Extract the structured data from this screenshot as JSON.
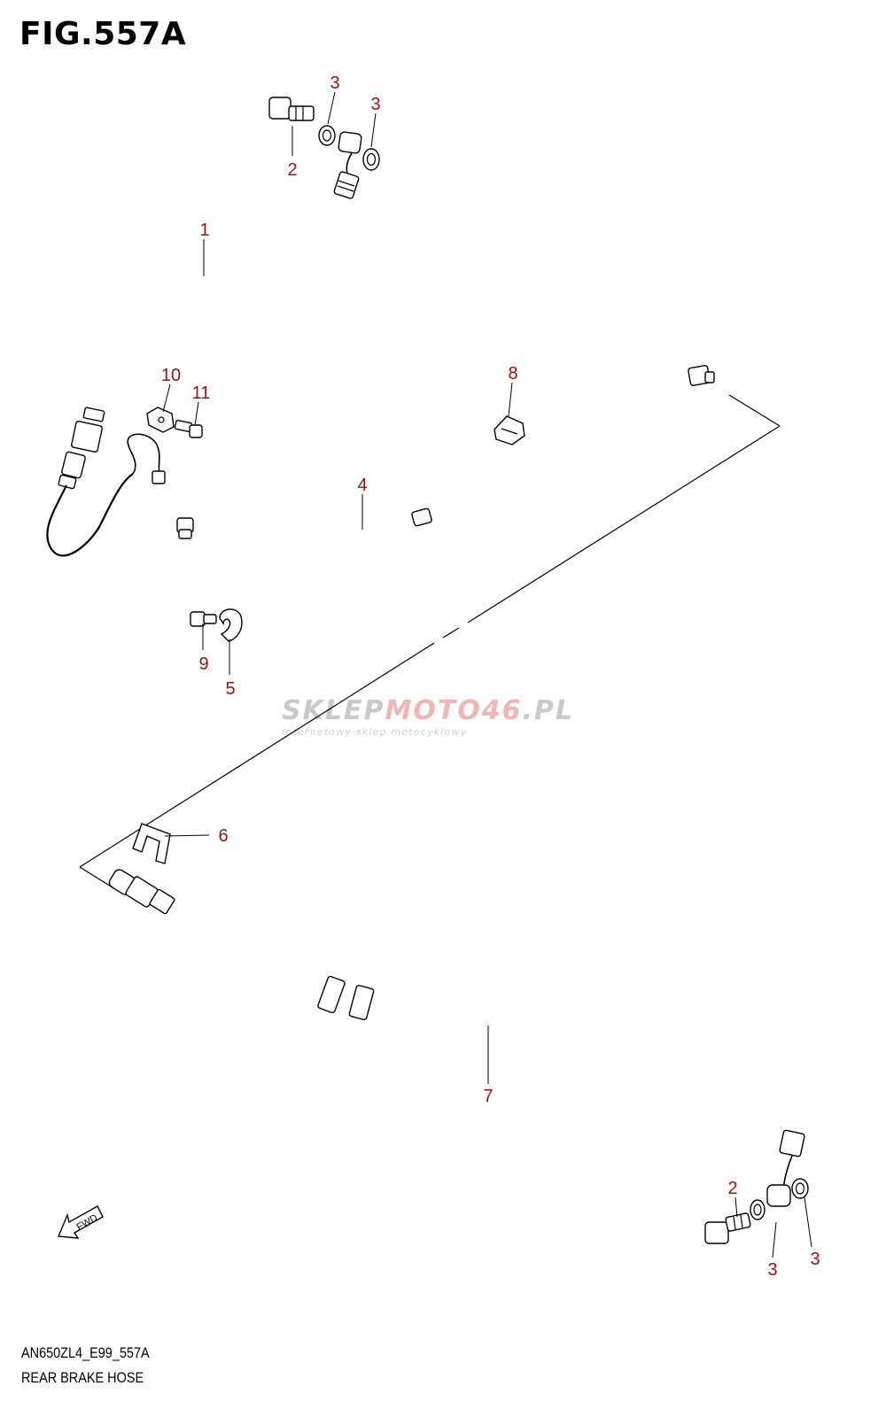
{
  "figure": {
    "title": "FIG.557A",
    "code": "AN650ZL4_E99_557A",
    "caption": "REAR BRAKE HOSE"
  },
  "watermark": {
    "brand_part1": "SKLEP",
    "brand_part2": "MOTO",
    "brand_part3": "46",
    "brand_part4": ".PL",
    "tagline": "internetowy sklep motocyklowy"
  },
  "direction_marker": {
    "label": "FWD",
    "icon": "fwd-arrow-icon"
  },
  "callouts": [
    "1",
    "2",
    "3",
    "3",
    "10",
    "11",
    "8",
    "4",
    "9",
    "5",
    "6",
    "7",
    "2",
    "3",
    "3"
  ],
  "colors": {
    "callout": "#a01010",
    "line": "#000000",
    "watermark_gray": "#c9c9c9",
    "watermark_red": "#f1b5b5"
  }
}
